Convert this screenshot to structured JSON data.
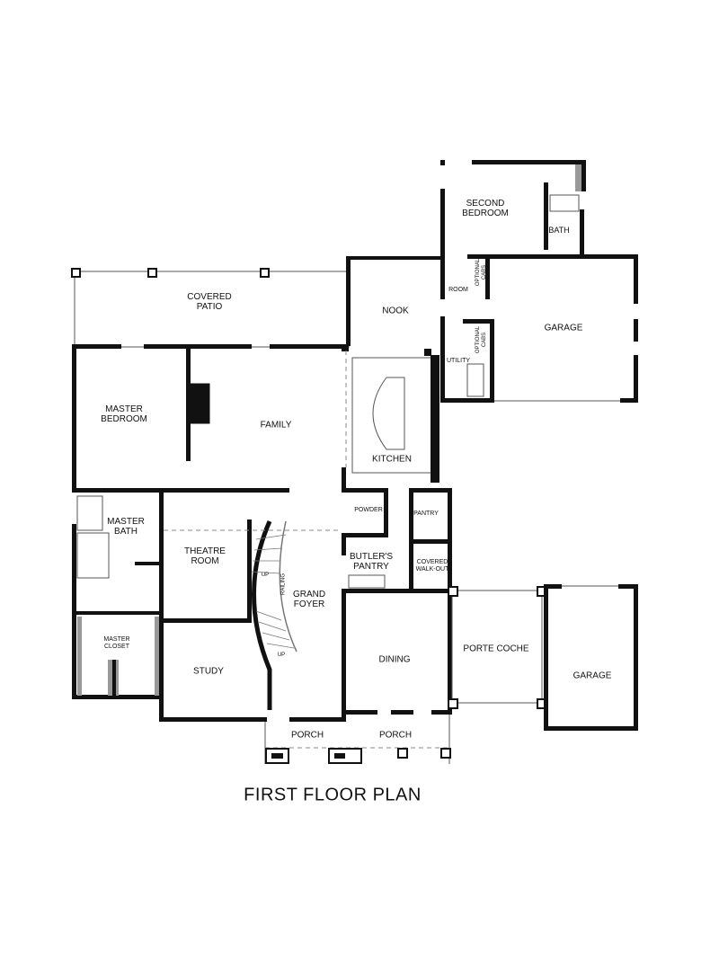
{
  "title": "FIRST FLOOR PLAN",
  "rooms": {
    "second_bedroom": "SECOND\nBEDROOM",
    "bath": "BATH",
    "room": "ROOM",
    "optional_cabs_1": "OPTIONAL\nCABS",
    "optional_cabs_2": "OPTIONAL\nCABS",
    "utility": "UTILITY",
    "garage_main": "GARAGE",
    "nook": "NOOK",
    "covered_patio": "COVERED\nPATIO",
    "master_bedroom": "MASTER\nBEDROOM",
    "family": "FAMILY",
    "kitchen": "KITCHEN",
    "powder": "POWDER",
    "pantry": "PANTRY",
    "butlers_pantry": "BUTLER'S\nPANTRY",
    "covered_walkout": "COVERED\nWALK-OUT",
    "master_bath": "MASTER\nBATH",
    "theatre_room": "THEATRE\nROOM",
    "grand_foyer": "GRAND\nFOYER",
    "railing": "RAILING",
    "up_1": "UP",
    "up_2": "UP",
    "master_closet": "MASTER\nCLOSET",
    "study": "STUDY",
    "dining": "DINING",
    "porte_coche": "PORTE COCHE",
    "garage_side": "GARAGE",
    "porch_1": "PORCH",
    "porch_2": "PORCH"
  }
}
